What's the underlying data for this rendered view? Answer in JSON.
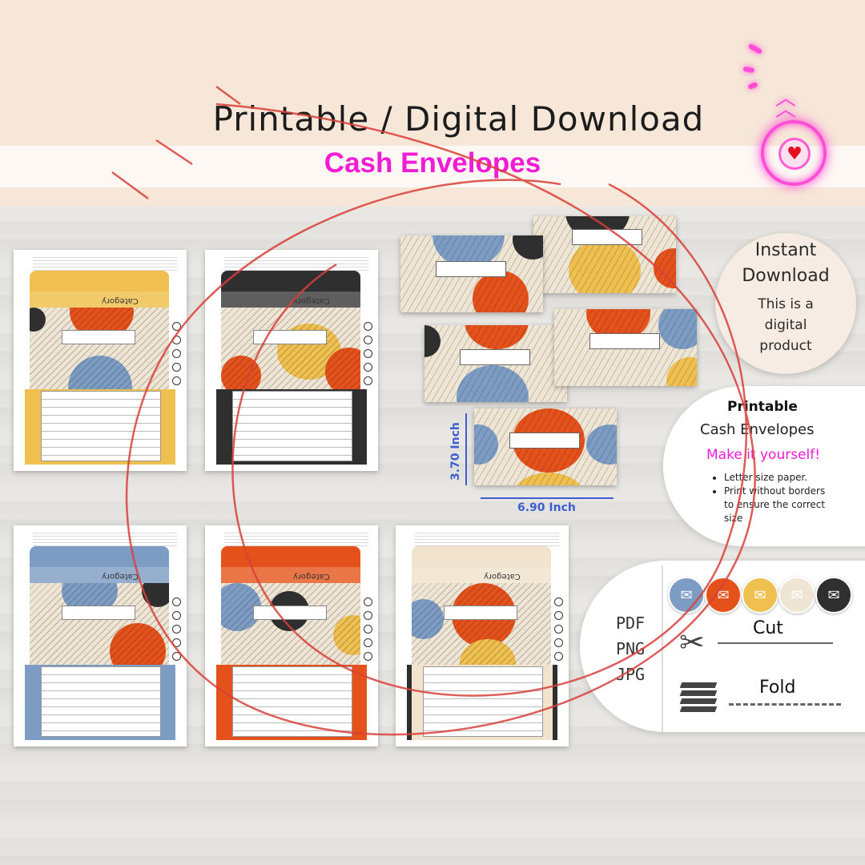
{
  "header": {
    "title": "Printable / Digital Download",
    "subtitle": "Cash Envelopes"
  },
  "colors": {
    "mustard": "#efc04f",
    "charcoal": "#2f2f2f",
    "blue": "#7d9cc4",
    "orange": "#e4511a",
    "cream": "#efe5d4",
    "pink": "#f21bd6",
    "dimension_blue": "#3d5ecf",
    "red_circle": "#d9403a"
  },
  "pages": [
    {
      "category": "Category",
      "flap_color": "mustard"
    },
    {
      "category": "Category",
      "flap_color": "charcoal"
    },
    {
      "category": "Category",
      "flap_color": "blue"
    },
    {
      "category": "Category",
      "flap_color": "orange"
    },
    {
      "category": "Category",
      "flap_color": "cream"
    }
  ],
  "dimensions": {
    "height": "3.70  Inch",
    "width": "6.90  Inch"
  },
  "instant": {
    "title_line1": "Instant",
    "title_line2": "Download",
    "line1": "This is a",
    "line2": "digital",
    "line3": "product"
  },
  "printable": {
    "heading": "Printable",
    "sub": "Cash Envelopes",
    "tagline": "Make it yourself!",
    "bullets": [
      "Letter size paper.",
      "Print without borders to ensure the correct size"
    ]
  },
  "formats": {
    "items": [
      "PDF",
      "PNG",
      "JPG"
    ],
    "cut_label": "Cut",
    "fold_label": "Fold",
    "icons": [
      "scissors-icon",
      "fold-icon",
      "envelope-icon"
    ]
  }
}
